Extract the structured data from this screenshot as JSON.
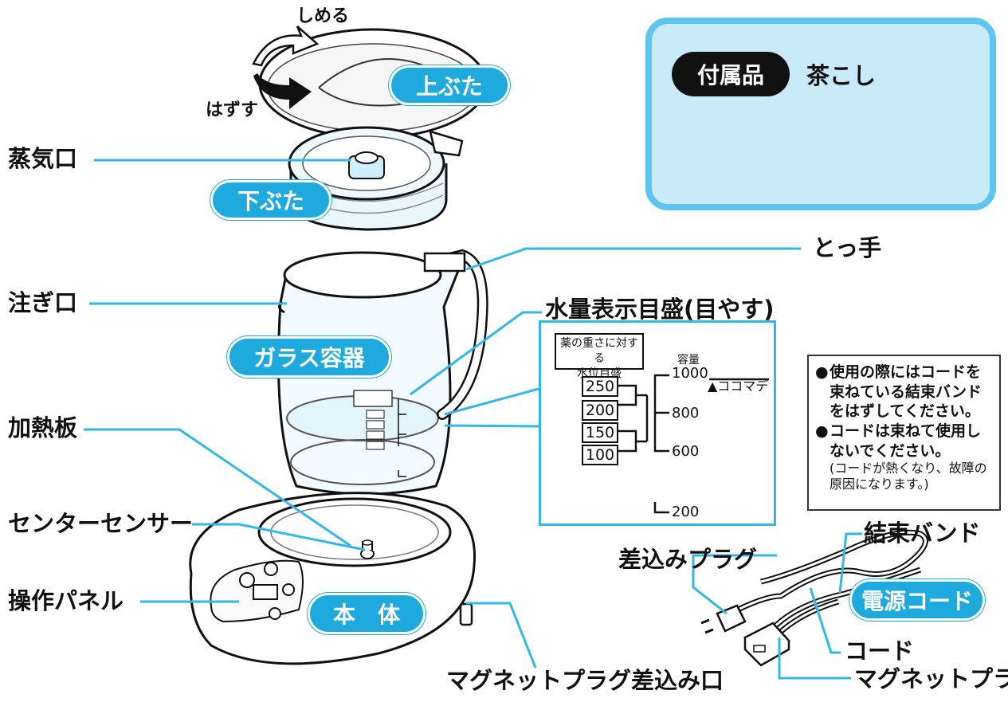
{
  "labels": {
    "shimeru": "しめる",
    "hazusu": "はずす",
    "upper_lid": "上ぶた",
    "steam_vent": "蒸気口",
    "lower_lid": "下ぶた",
    "handle": "とっ手",
    "spout": "注ぎ口",
    "water_scale": "水量表示目盛(目やす)",
    "glass_container": "ガラス容器",
    "heating_plate": "加熱板",
    "center_sensor": "センターセンサー",
    "control_panel": "操作パネル",
    "body": "本　体",
    "magnet_plug_socket": "マグネットプラグ差込み口",
    "plug": "差込みプラグ",
    "binding_band": "結束バンド",
    "power_cord": "電源コード",
    "cord": "コード",
    "magnet_plug": "マグネットプラグ"
  },
  "accessory": {
    "badge": "付属品",
    "name": "茶こし"
  },
  "scale": {
    "header_line1": "薬の重さに対する",
    "header_line2": "水位目盛",
    "capacity_label": "容量",
    "cap_1000": "1000",
    "limit_mark": "▲ココマデ",
    "cap_800": "800",
    "cap_600": "600",
    "cap_200": "200",
    "herb_250": "250",
    "herb_200": "200",
    "herb_150": "150",
    "herb_100": "100"
  },
  "notice": {
    "item1_line1": "使用の際にはコードを",
    "item1_line2": "束ねている結束バンド",
    "item1_line3": "をはずしてください。",
    "item2_line1": "コードは束ねて使用し",
    "item2_line2": "ないでください。",
    "item2_sub1": "(コードが熱くなり、故障の",
    "item2_sub2": "原因になります。)",
    "bullet": "●"
  },
  "colors": {
    "accent": "#1faadf",
    "leader": "#33b7e6",
    "accessory_bg": "#c9eaf8",
    "accessory_border": "#5cc6ef",
    "glass_tint": "#e9f7fd"
  }
}
